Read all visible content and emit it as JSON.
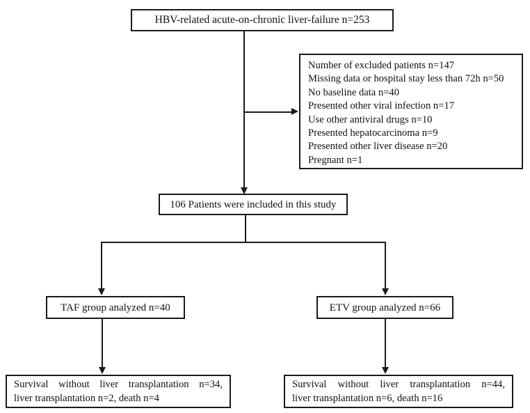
{
  "diagram": {
    "title": "HBV-related acute-on-chronic liver-failure patient selection flow",
    "type": "flowchart",
    "stroke_color": "#1a1a1a",
    "background_color": "#ffffff",
    "nodes": {
      "enrolled": {
        "text": "HBV-related acute-on-chronic liver-failure n=253",
        "n": 253
      },
      "excluded": {
        "lines": [
          "Number of excluded patients n=147",
          "Missing data or hospital stay less than 72h n=50",
          "No baseline data n=40",
          "Presented other viral infection n=17",
          "Use other antiviral drugs n=10",
          "Presented hepatocarcinoma n=9",
          "Presented other liver disease n=20",
          "Pregnant n=1"
        ]
      },
      "included": {
        "text": "106 Patients were included in this study",
        "n": 106
      },
      "taf_group": {
        "text": "TAF group analyzed n=40",
        "n": 40
      },
      "etv_group": {
        "text": "ETV group analyzed n=66",
        "n": 66
      },
      "taf_outcome": {
        "line1": "Survival without liver transplantation n=34,",
        "line2": "liver transplantation n=2, death n=4"
      },
      "etv_outcome": {
        "line1": "Survival without liver transplantation n=44,",
        "line2": "liver transplantation n=6, death n=16"
      }
    }
  }
}
